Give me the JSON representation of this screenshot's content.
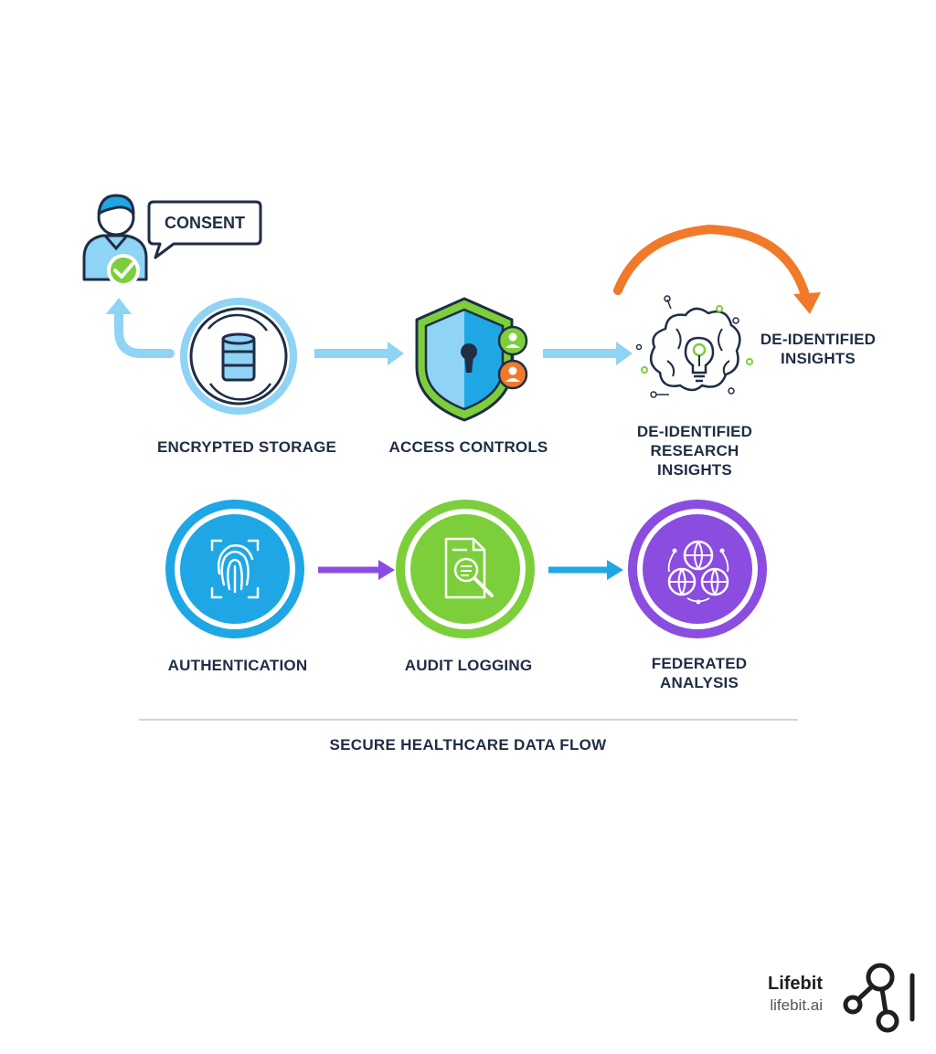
{
  "diagram": {
    "consent_label": "CONSENT",
    "nodes": {
      "encrypted_storage": "ENCRYPTED STORAGE",
      "access_controls": "ACCESS CONTROLS",
      "research_insights_line1": "DE-IDENTIFIED",
      "research_insights_line2": "RESEARCH",
      "research_insights_line3": "INSIGHTS",
      "authentication": "AUTHENTICATION",
      "audit_logging": "AUDIT LOGGING",
      "federated_line1": "FEDERATED",
      "federated_line2": "ANALYSIS"
    },
    "output_label_line1": "DE-IDENTIFIED",
    "output_label_line2": "INSIGHTS",
    "title": "SECURE HEALTHCARE DATA FLOW"
  },
  "brand": {
    "name": "Lifebit",
    "url": "lifebit.ai"
  },
  "colors": {
    "dark": "#1f2d45",
    "light_blue": "#8fd3f5",
    "blue": "#1ea7e4",
    "green": "#7ccf3a",
    "purple": "#8a4de0",
    "orange": "#f07a2a"
  }
}
